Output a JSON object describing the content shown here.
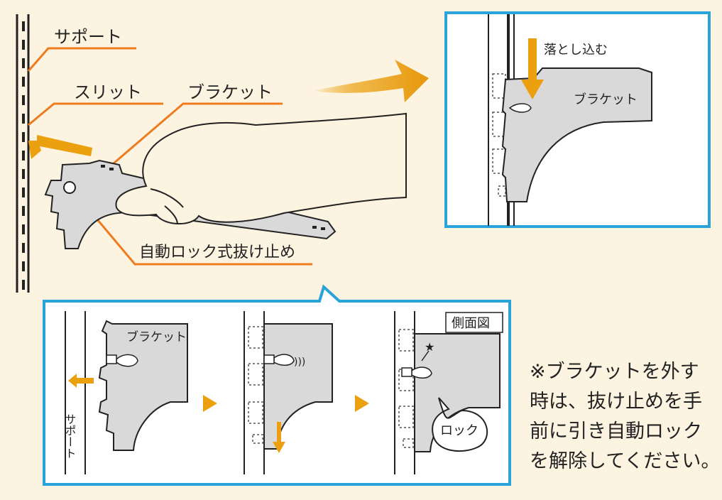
{
  "labels": {
    "support": "サポート",
    "slit": "スリット",
    "bracket": "ブラケット",
    "auto_lock": "自動ロック式抜け止め",
    "drop_in": "落とし込む",
    "inset_bracket": "ブラケット",
    "step_bracket": "ブラケット",
    "step_support": "サポート",
    "side_view": "側面図",
    "lock": "ロック",
    "star": "★",
    "waves": ")))"
  },
  "note": {
    "lines": [
      "※ブラケットを外す",
      "時は、抜け止めを手",
      "前に引き自動ロック",
      "を解除してください。"
    ]
  },
  "colors": {
    "background": "#fdf3e1",
    "accent_orange": "#ee7b1e",
    "arrow_amber": "#eba10f",
    "frame_blue": "#29a3d9",
    "metal_gray": "#d9d9d9",
    "outline": "#222222"
  }
}
